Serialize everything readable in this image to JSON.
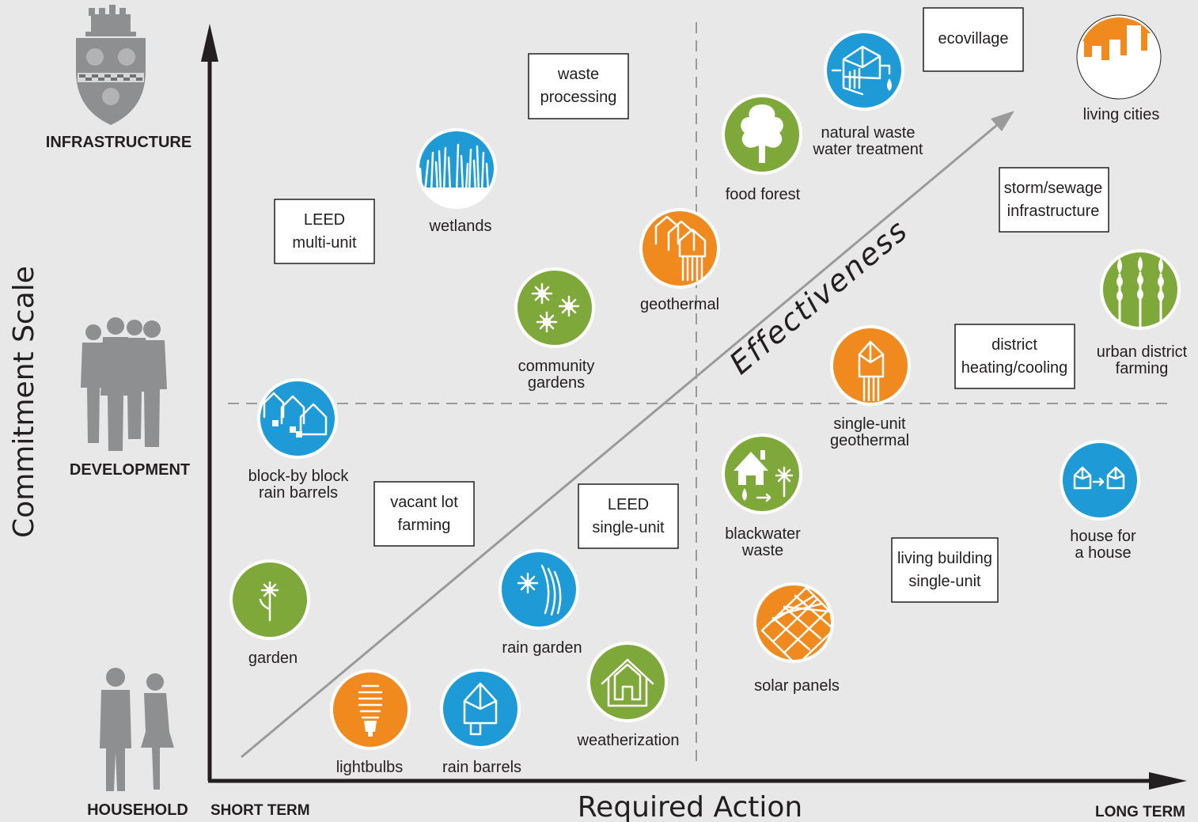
{
  "colors": {
    "background": "#e8e8e9",
    "green": "#7fa83b",
    "orange": "#f0891e",
    "blue": "#1e9ad6",
    "ink": "#231f20",
    "silhouette": "#8e8f91",
    "divider": "#9a9a9a"
  },
  "axes": {
    "y_title": "Commitment Scale",
    "x_title": "Required Action",
    "x_start": "SHORT TERM",
    "x_end": "LONG TERM",
    "levels": {
      "infrastructure": "INFRASTRUCTURE",
      "development": "DEVELOPMENT",
      "household": "HOUSEHOLD"
    },
    "diagonal_label": "Effectiveness"
  },
  "boxes": {
    "waste_processing": [
      "waste",
      "processing"
    ],
    "ecovillage": [
      "ecovillage"
    ],
    "leed_multi_unit": [
      "LEED",
      "multi-unit"
    ],
    "storm_sewage": [
      "storm/sewage",
      "infrastructure"
    ],
    "district_heating": [
      "district",
      "heating/cooling"
    ],
    "vacant_lot": [
      "vacant lot",
      "farming"
    ],
    "leed_single_unit": [
      "LEED",
      "single-unit"
    ],
    "living_building": [
      "living building",
      "single-unit"
    ]
  },
  "items": {
    "natural_waste": {
      "icon": "greenhouse-water-icon",
      "label": [
        "natural waste",
        "water treatment"
      ]
    },
    "living_cities": {
      "icon": "city-skyline-icon",
      "label": [
        "living cities"
      ]
    },
    "food_forest": {
      "icon": "tree-icon",
      "label": [
        "food forest"
      ]
    },
    "wetlands": {
      "icon": "grass-icon",
      "label": [
        "wetlands"
      ]
    },
    "geothermal": {
      "icon": "geothermal-houses-icon",
      "label": [
        "geothermal"
      ]
    },
    "community_gardens": {
      "icon": "flowers-icon",
      "label": [
        "community",
        "gardens"
      ]
    },
    "urban_district_farming": {
      "icon": "wheat-icon",
      "label": [
        "urban district",
        "farming"
      ]
    },
    "single_unit_geothermal": {
      "icon": "geothermal-house-icon",
      "label": [
        "single-unit",
        "geothermal"
      ]
    },
    "block_rain_barrels": {
      "icon": "houses-barrels-icon",
      "label": [
        "block-by block",
        "rain barrels"
      ]
    },
    "blackwater_waste": {
      "icon": "house-flower-icon",
      "label": [
        "blackwater",
        "waste"
      ]
    },
    "house_for_house": {
      "icon": "house-arrow-house-icon",
      "label": [
        "house for",
        "a house"
      ]
    },
    "garden": {
      "icon": "flower-icon",
      "label": [
        "garden"
      ]
    },
    "rain_garden": {
      "icon": "flower-rain-icon",
      "label": [
        "rain garden"
      ]
    },
    "solar_panels": {
      "icon": "solar-panel-icon",
      "label": [
        "solar panels"
      ]
    },
    "weatherization": {
      "icon": "house-outline-icon",
      "label": [
        "weatherization"
      ]
    },
    "lightbulbs": {
      "icon": "lightbulb-icon",
      "label": [
        "lightbulbs"
      ]
    },
    "rain_barrels": {
      "icon": "house-barrel-icon",
      "label": [
        "rain barrels"
      ]
    }
  }
}
